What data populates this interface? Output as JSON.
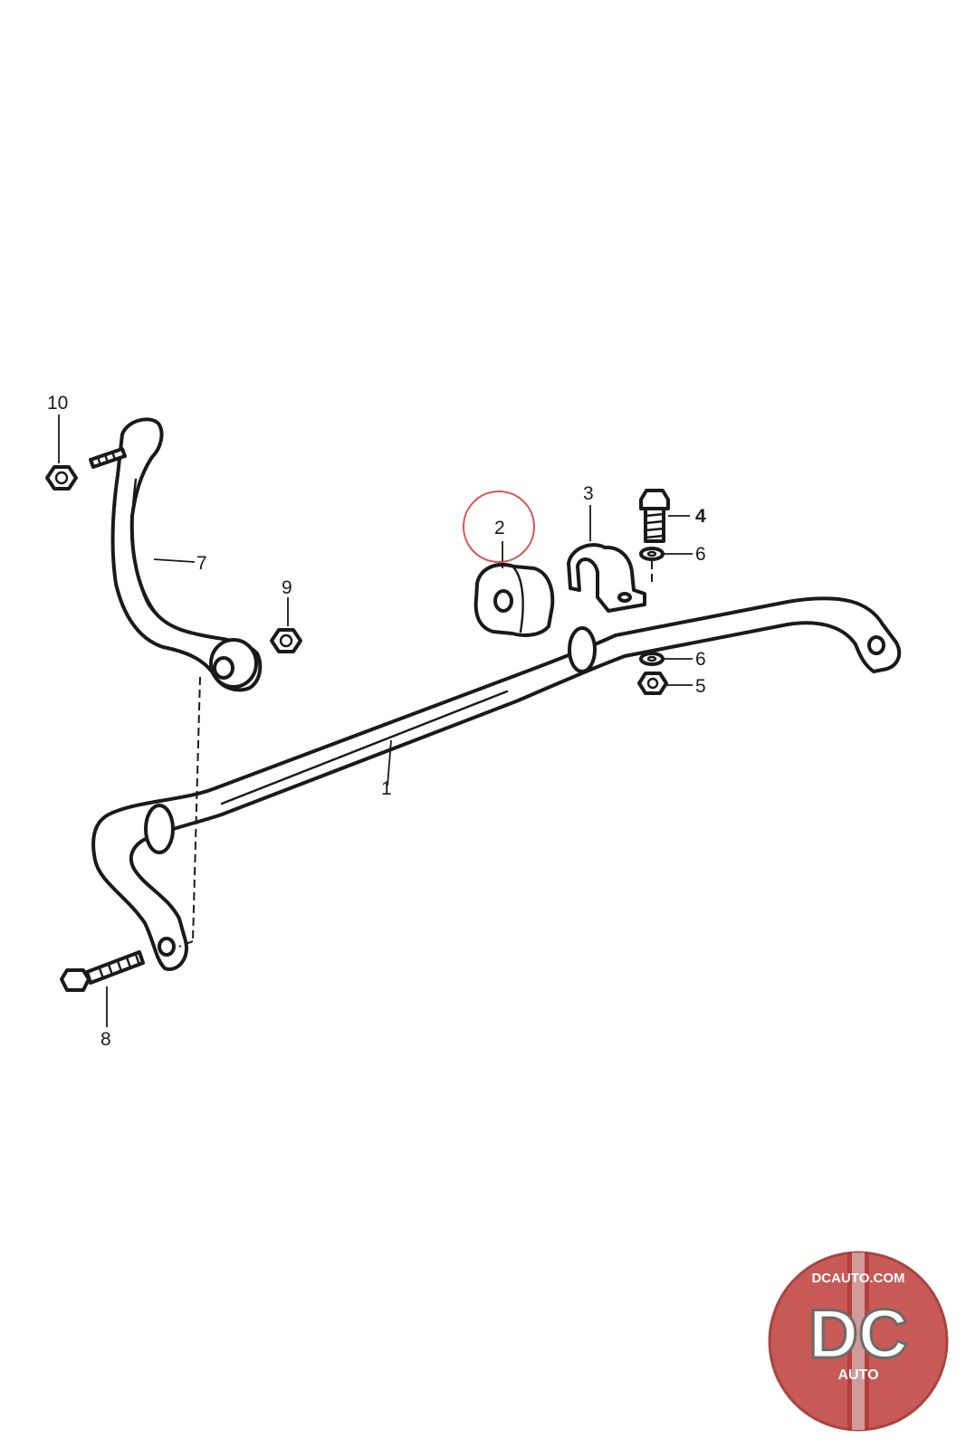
{
  "diagram": {
    "callouts": [
      {
        "id": "1",
        "label": "1"
      },
      {
        "id": "2",
        "label": "2",
        "highlighted": true
      },
      {
        "id": "3",
        "label": "3"
      },
      {
        "id": "4",
        "label": "4"
      },
      {
        "id": "5",
        "label": "5"
      },
      {
        "id": "6a",
        "label": "6"
      },
      {
        "id": "6b",
        "label": "6"
      },
      {
        "id": "7",
        "label": "7"
      },
      {
        "id": "8",
        "label": "8"
      },
      {
        "id": "9",
        "label": "9"
      },
      {
        "id": "10",
        "label": "10"
      }
    ],
    "highlight_color": "#d9534f"
  },
  "logo": {
    "site": "DCAUTO.COM",
    "mark": "DC",
    "word": "AUTO",
    "colors": {
      "badge": "#c75a56",
      "stripe": "#b03a36"
    }
  }
}
